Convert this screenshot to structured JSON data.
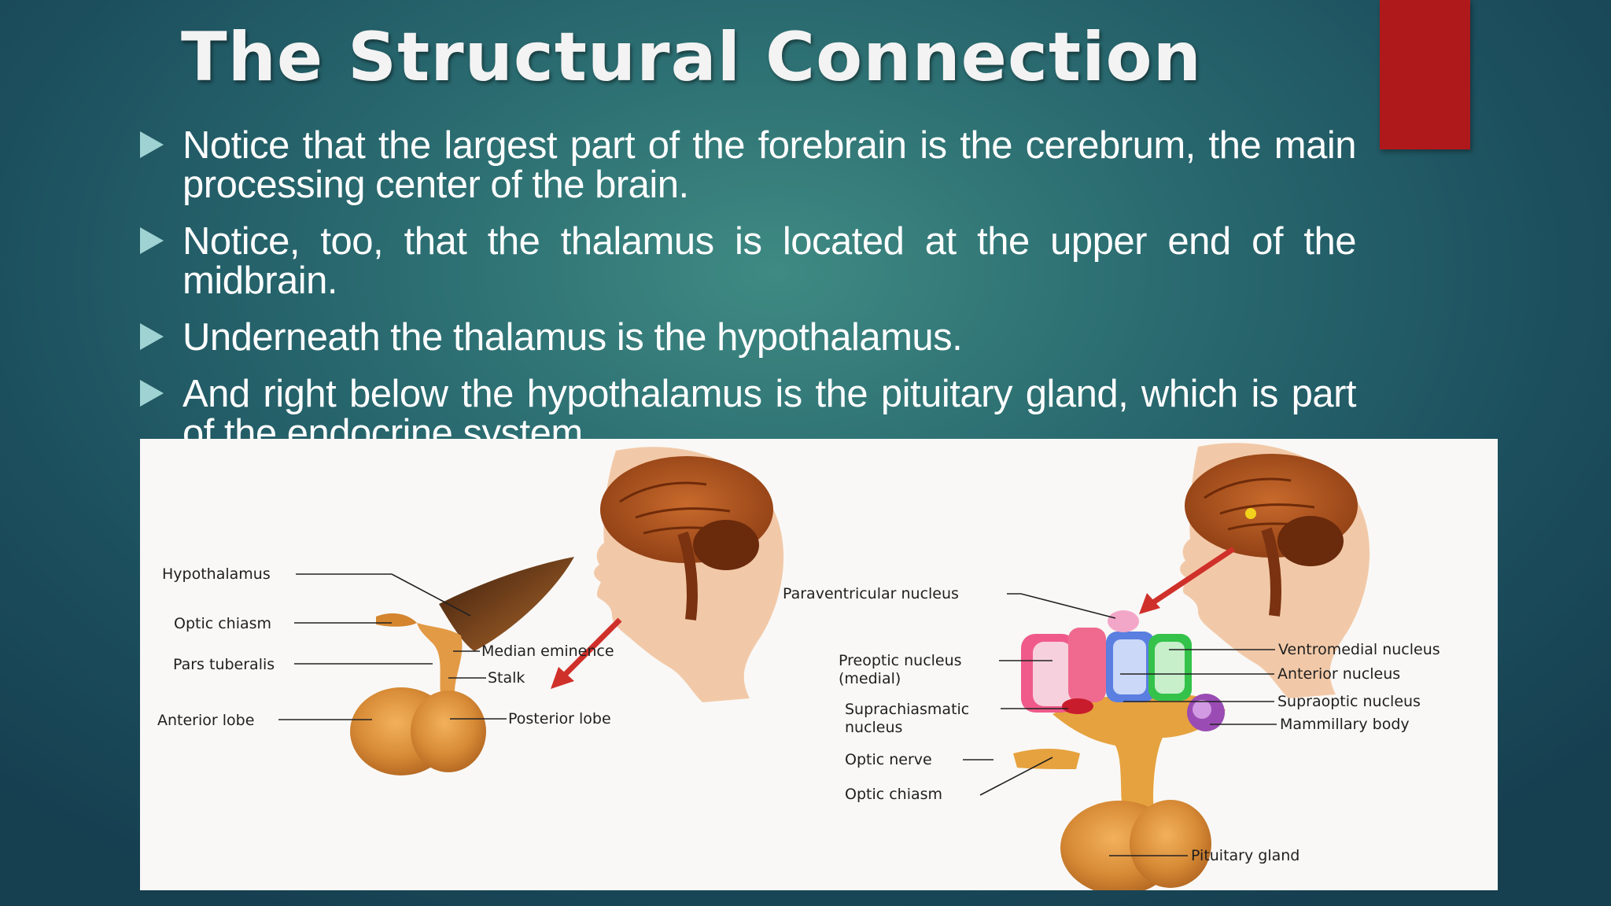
{
  "slide": {
    "title": "The Structural Connection",
    "accent_color": "#b0191c",
    "bullet_icon": "triangle-right-icon",
    "bullets": [
      "Notice that the largest part of the forebrain is the cerebrum, the main processing center of the brain.",
      "Notice, too, that the thalamus is located at the upper end of the midbrain.",
      "Underneath the thalamus is the hypothalamus.",
      "And right below the hypothalamus is the pituitary gland, which is part of the endocrine system."
    ]
  },
  "figure": {
    "left_labels": {
      "hypothalamus": "Hypothalamus",
      "optic_chiasm": "Optic chiasm",
      "pars_tuberalis": "Pars tuberalis",
      "anterior_lobe": "Anterior lobe",
      "median_eminence": "Median eminence",
      "stalk": "Stalk",
      "posterior_lobe": "Posterior lobe"
    },
    "right_labels": {
      "paraventricular": "Paraventricular nucleus",
      "preoptic_1": "Preoptic nucleus",
      "preoptic_2": "(medial)",
      "suprachiasmatic_1": "Suprachiasmatic",
      "suprachiasmatic_2": "nucleus",
      "optic_nerve": "Optic nerve",
      "optic_chiasm": "Optic chiasm",
      "ventromedial": "Ventromedial nucleus",
      "anterior_nucleus": "Anterior nucleus",
      "supraoptic": "Supraoptic nucleus",
      "mammillary": "Mammillary body",
      "pituitary": "Pituitary gland"
    }
  }
}
